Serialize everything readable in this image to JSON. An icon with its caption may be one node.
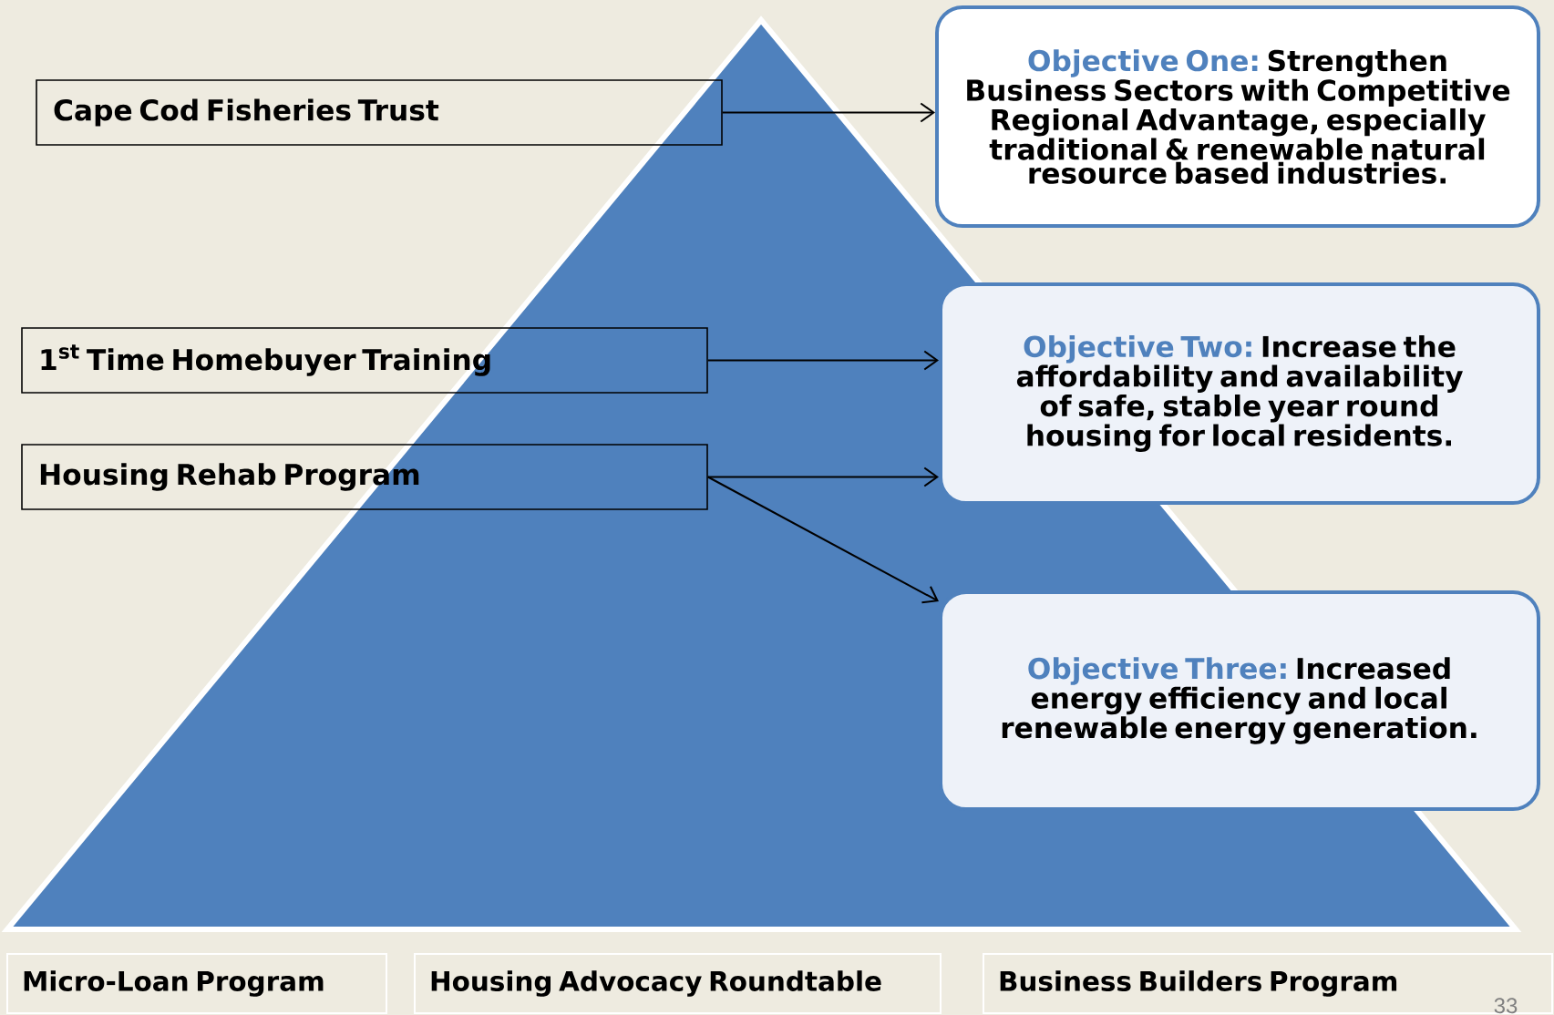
{
  "diagram": {
    "nodes": [
      {
        "text": [
          "Cape Cod Fisheries Trust"
        ]
      },
      {
        "text": [
          "Objective One:",
          "Strengthen Business Sectors with Competitive Regional Advantage, especially traditional & renewable natural resource based industries."
        ]
      },
      {
        "text": [
          "1$^{st}$ Time Homebuyer Training"
        ]
      },
      {
        "text": [
          "Objective Two:",
          "Increase the affordability and availability of safe, stable year round housing for local residents."
        ]
      },
      {
        "text": [
          "Housing Rehab Program"
        ]
      },
      {
        "text": [
          "Objective Three:",
          "Increased energy efficiency and local renewable energy generation."
        ]
      },
      {
        "text": [
          "Micro-Loan Program"
        ]
      },
      {
        "text": [
          "Housing Advocacy Roundtable"
        ]
      },
      {
        "text": [
          "Business Builders Program"
        ]
      }
    ],
    "edges": [
      {
        "from": 0,
        "to": 1,
        "arrow": "to"
      },
      {
        "from": 2,
        "to": 3,
        "arrow": "to"
      },
      {
        "from": 4,
        "to": 3,
        "arrow": "to"
      },
      {
        "from": 4,
        "to": 5,
        "arrow": "to"
      }
    ],
    "labels": [
      "33"
    ]
  }
}
